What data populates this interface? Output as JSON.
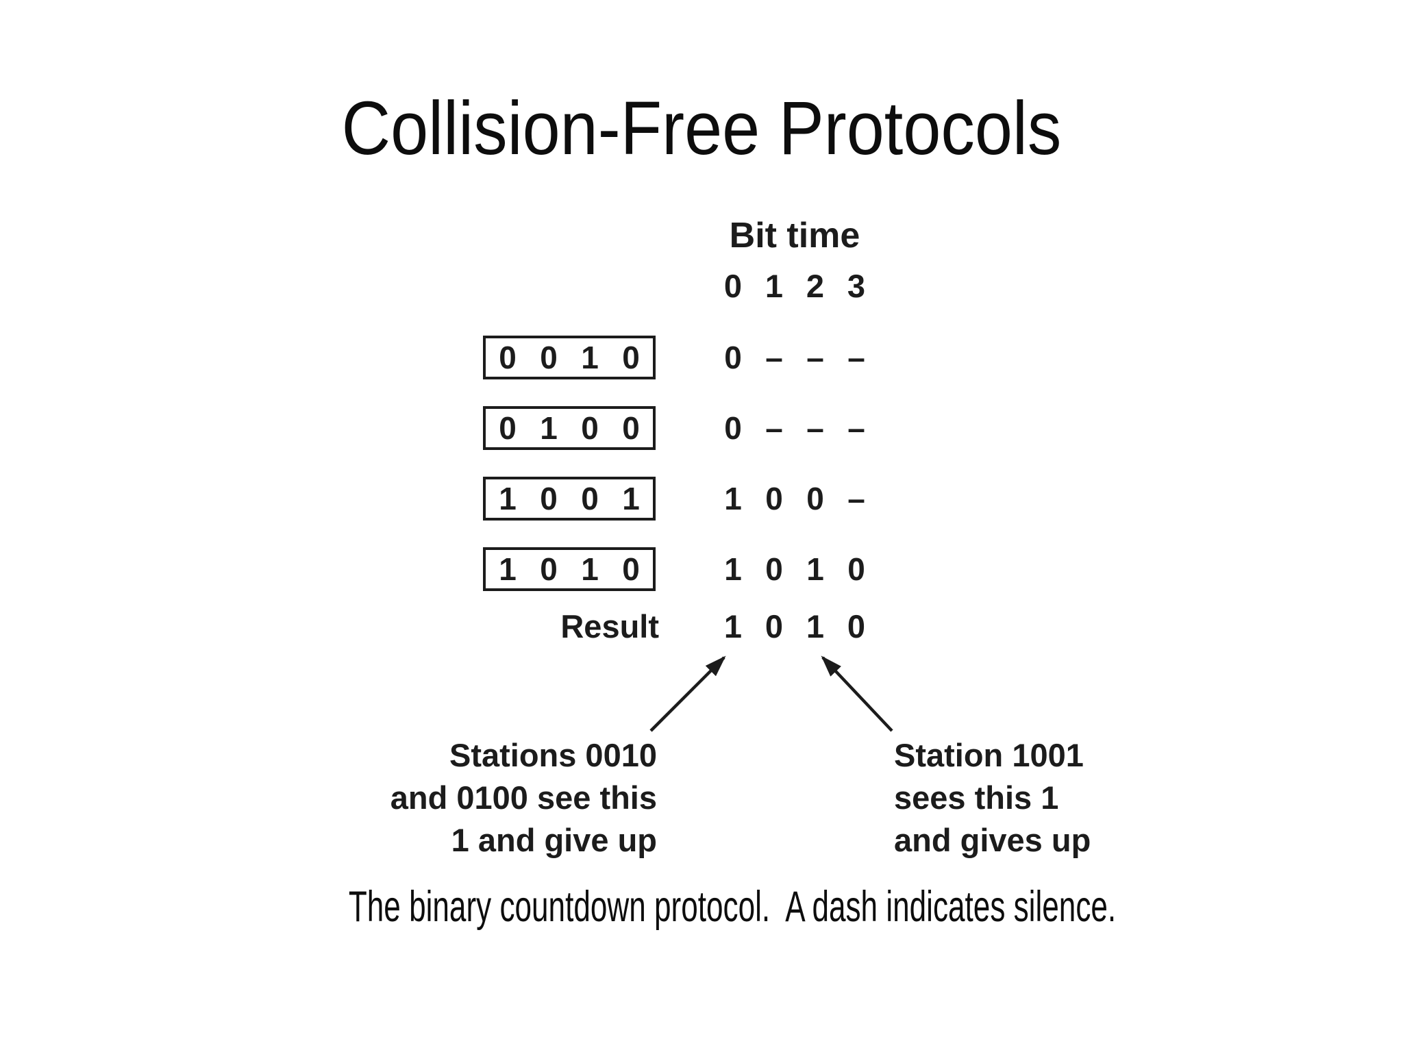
{
  "slide": {
    "title": "Collision-Free Protocols",
    "caption": "The binary countdown protocol.  A dash indicates silence."
  },
  "diagram": {
    "bit_time_label": "Bit time",
    "bit_header": [
      "0",
      "1",
      "2",
      "3"
    ],
    "stations": [
      {
        "address": [
          "0",
          "0",
          "1",
          "0"
        ],
        "transmission": [
          "0",
          "–",
          "–",
          "–"
        ]
      },
      {
        "address": [
          "0",
          "1",
          "0",
          "0"
        ],
        "transmission": [
          "0",
          "–",
          "–",
          "–"
        ]
      },
      {
        "address": [
          "1",
          "0",
          "0",
          "1"
        ],
        "transmission": [
          "1",
          "0",
          "0",
          "–"
        ]
      },
      {
        "address": [
          "1",
          "0",
          "1",
          "0"
        ],
        "transmission": [
          "1",
          "0",
          "1",
          "0"
        ]
      }
    ],
    "result_label": "Result",
    "result": [
      "1",
      "0",
      "1",
      "0"
    ],
    "annotations": {
      "left": [
        "Stations 0010",
        "and 0100 see this",
        "1 and give up"
      ],
      "right": [
        "Station 1001",
        "sees this 1",
        "and gives up"
      ]
    }
  },
  "colors": {
    "ink": "#1c1c1c",
    "background": "#ffffff"
  }
}
